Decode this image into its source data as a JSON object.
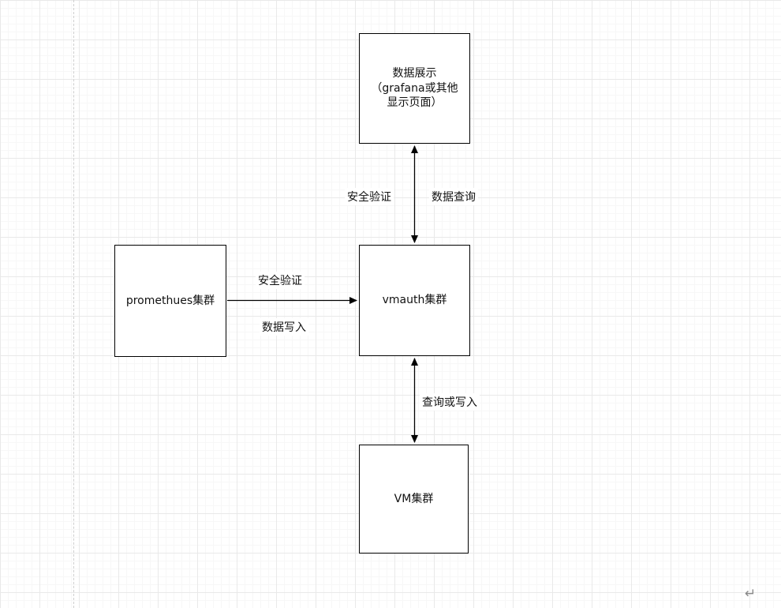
{
  "diagram": {
    "nodes": {
      "display": {
        "label": "数据展示\n（grafana或其他\n显示页面）"
      },
      "prometheus": {
        "label": "promethues集群"
      },
      "vmauth": {
        "label": "vmauth集群"
      },
      "vm": {
        "label": "VM集群"
      }
    },
    "edges": {
      "display_vmauth": {
        "left_label": "安全验证",
        "right_label": "数据查询"
      },
      "prometheus_vmauth": {
        "top_label": "安全验证",
        "bottom_label": "数据写入"
      },
      "vmauth_vm": {
        "label": "查询或写入"
      }
    },
    "misc": {
      "return_symbol": "↵"
    },
    "colors": {
      "node_border": "#000000",
      "node_fill": "#ffffff",
      "edge_stroke": "#000000",
      "grid_major": "#e9e9e9",
      "grid_minor": "#f7f7f7"
    }
  }
}
